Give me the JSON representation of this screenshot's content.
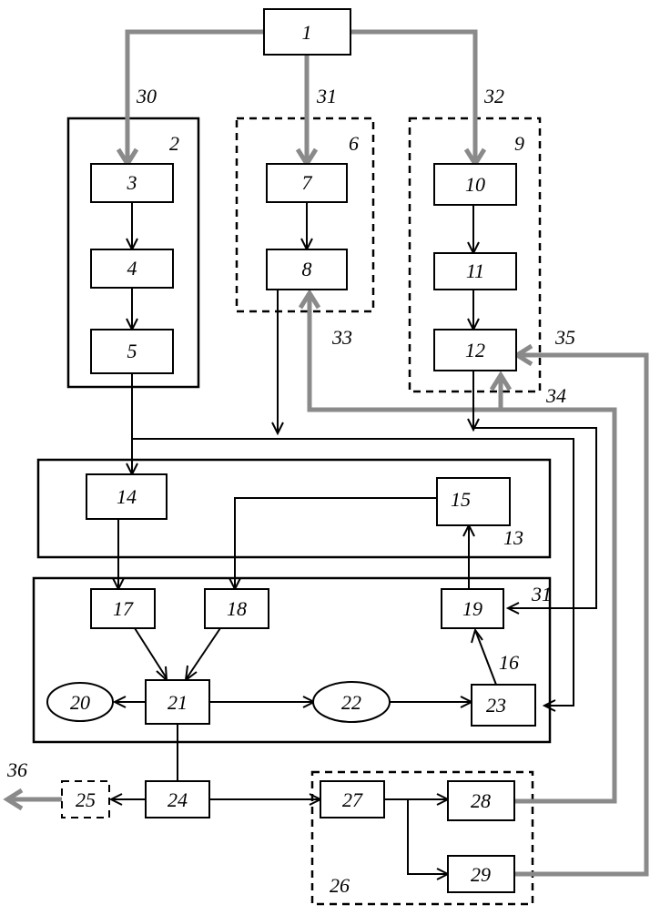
{
  "blocks": {
    "b1": "1",
    "b3": "3",
    "b4": "4",
    "b5": "5",
    "b7": "7",
    "b8": "8",
    "b10": "10",
    "b11": "11",
    "b12": "12",
    "b14": "14",
    "b15": "15",
    "b17": "17",
    "b18": "18",
    "b19": "19",
    "b20": "20",
    "b21": "21",
    "b22": "22",
    "b23": "23",
    "b24": "24",
    "b25": "25",
    "b27": "27",
    "b28": "28",
    "b29": "29"
  },
  "group_labels": {
    "g2": "2",
    "g6": "6",
    "g9": "9",
    "g13": "13",
    "g16": "16",
    "g26": "26"
  },
  "link_labels": {
    "l30": "30",
    "l31": "31",
    "l32": "32",
    "l33": "33",
    "l34": "34",
    "l35": "35",
    "l31b": "31",
    "l36": "36"
  },
  "colors": {
    "line": "#000000",
    "gray_link": "#8a8a8a"
  }
}
